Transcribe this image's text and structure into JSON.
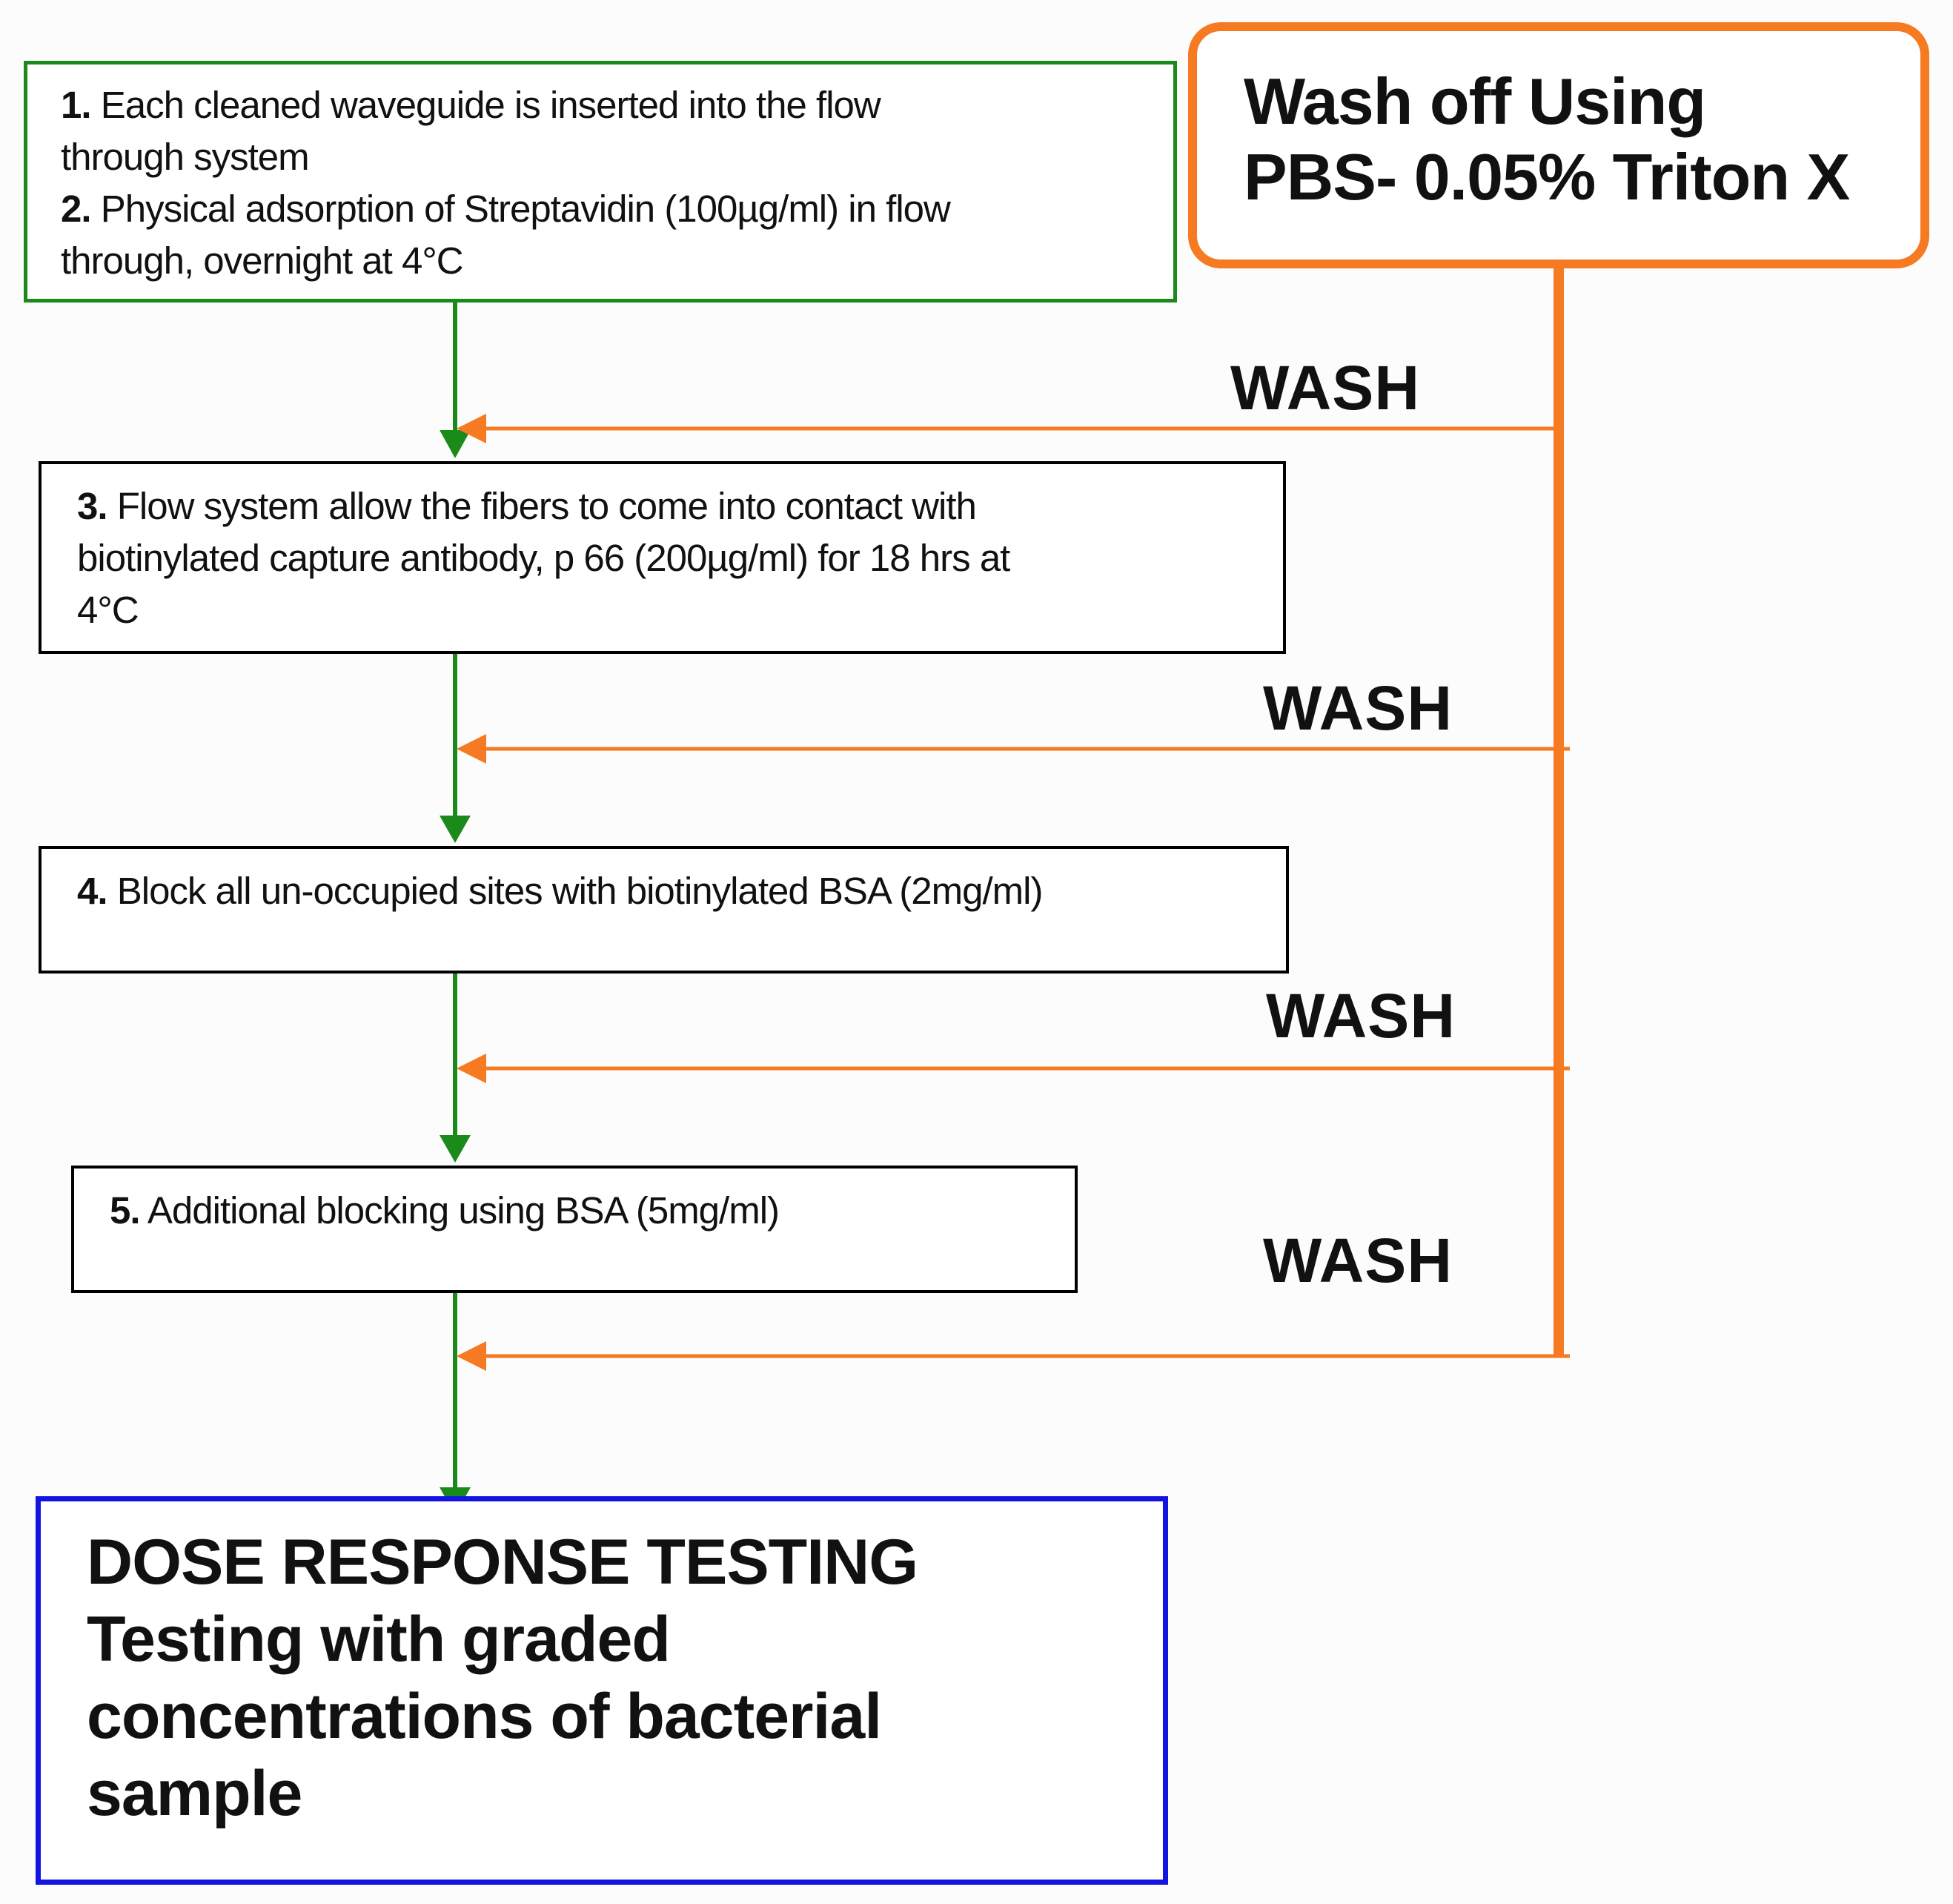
{
  "steps_1_2": {
    "step1_num": "1.",
    "step1_text": "Each cleaned waveguide is inserted into the flow",
    "step1_text_cont": "through system",
    "step2_num": "2.",
    "step2_text": "Physical adsorption of Streptavidin (100µg/ml) in flow",
    "step2_text_cont": "through, overnight at 4°C"
  },
  "step_3": {
    "num": "3.",
    "line1": "Flow system allow the fibers to come into contact with",
    "line2": "biotinylated capture antibody, p 66 (200µg/ml) for 18 hrs at",
    "line3": "4°C"
  },
  "step_4": {
    "num": "4.",
    "text": "Block all un-occupied sites with biotinylated BSA (2mg/ml)"
  },
  "step_5": {
    "num": "5.",
    "text": "Additional blocking using BSA (5mg/ml)"
  },
  "wash_solution": {
    "line1": "Wash off Using",
    "line2": "PBS- 0.05% Triton X"
  },
  "wash_labels": [
    "WASH",
    "WASH",
    "WASH",
    "WASH"
  ],
  "dose_response": {
    "title": "DOSE RESPONSE TESTING",
    "line1": "Testing with graded",
    "line2": "concentrations of bacterial",
    "line3": "sample"
  },
  "colors": {
    "flow_arrow": "#1a8a1a",
    "wash_line": "#f57a22",
    "final_box_border": "#1414e0"
  }
}
